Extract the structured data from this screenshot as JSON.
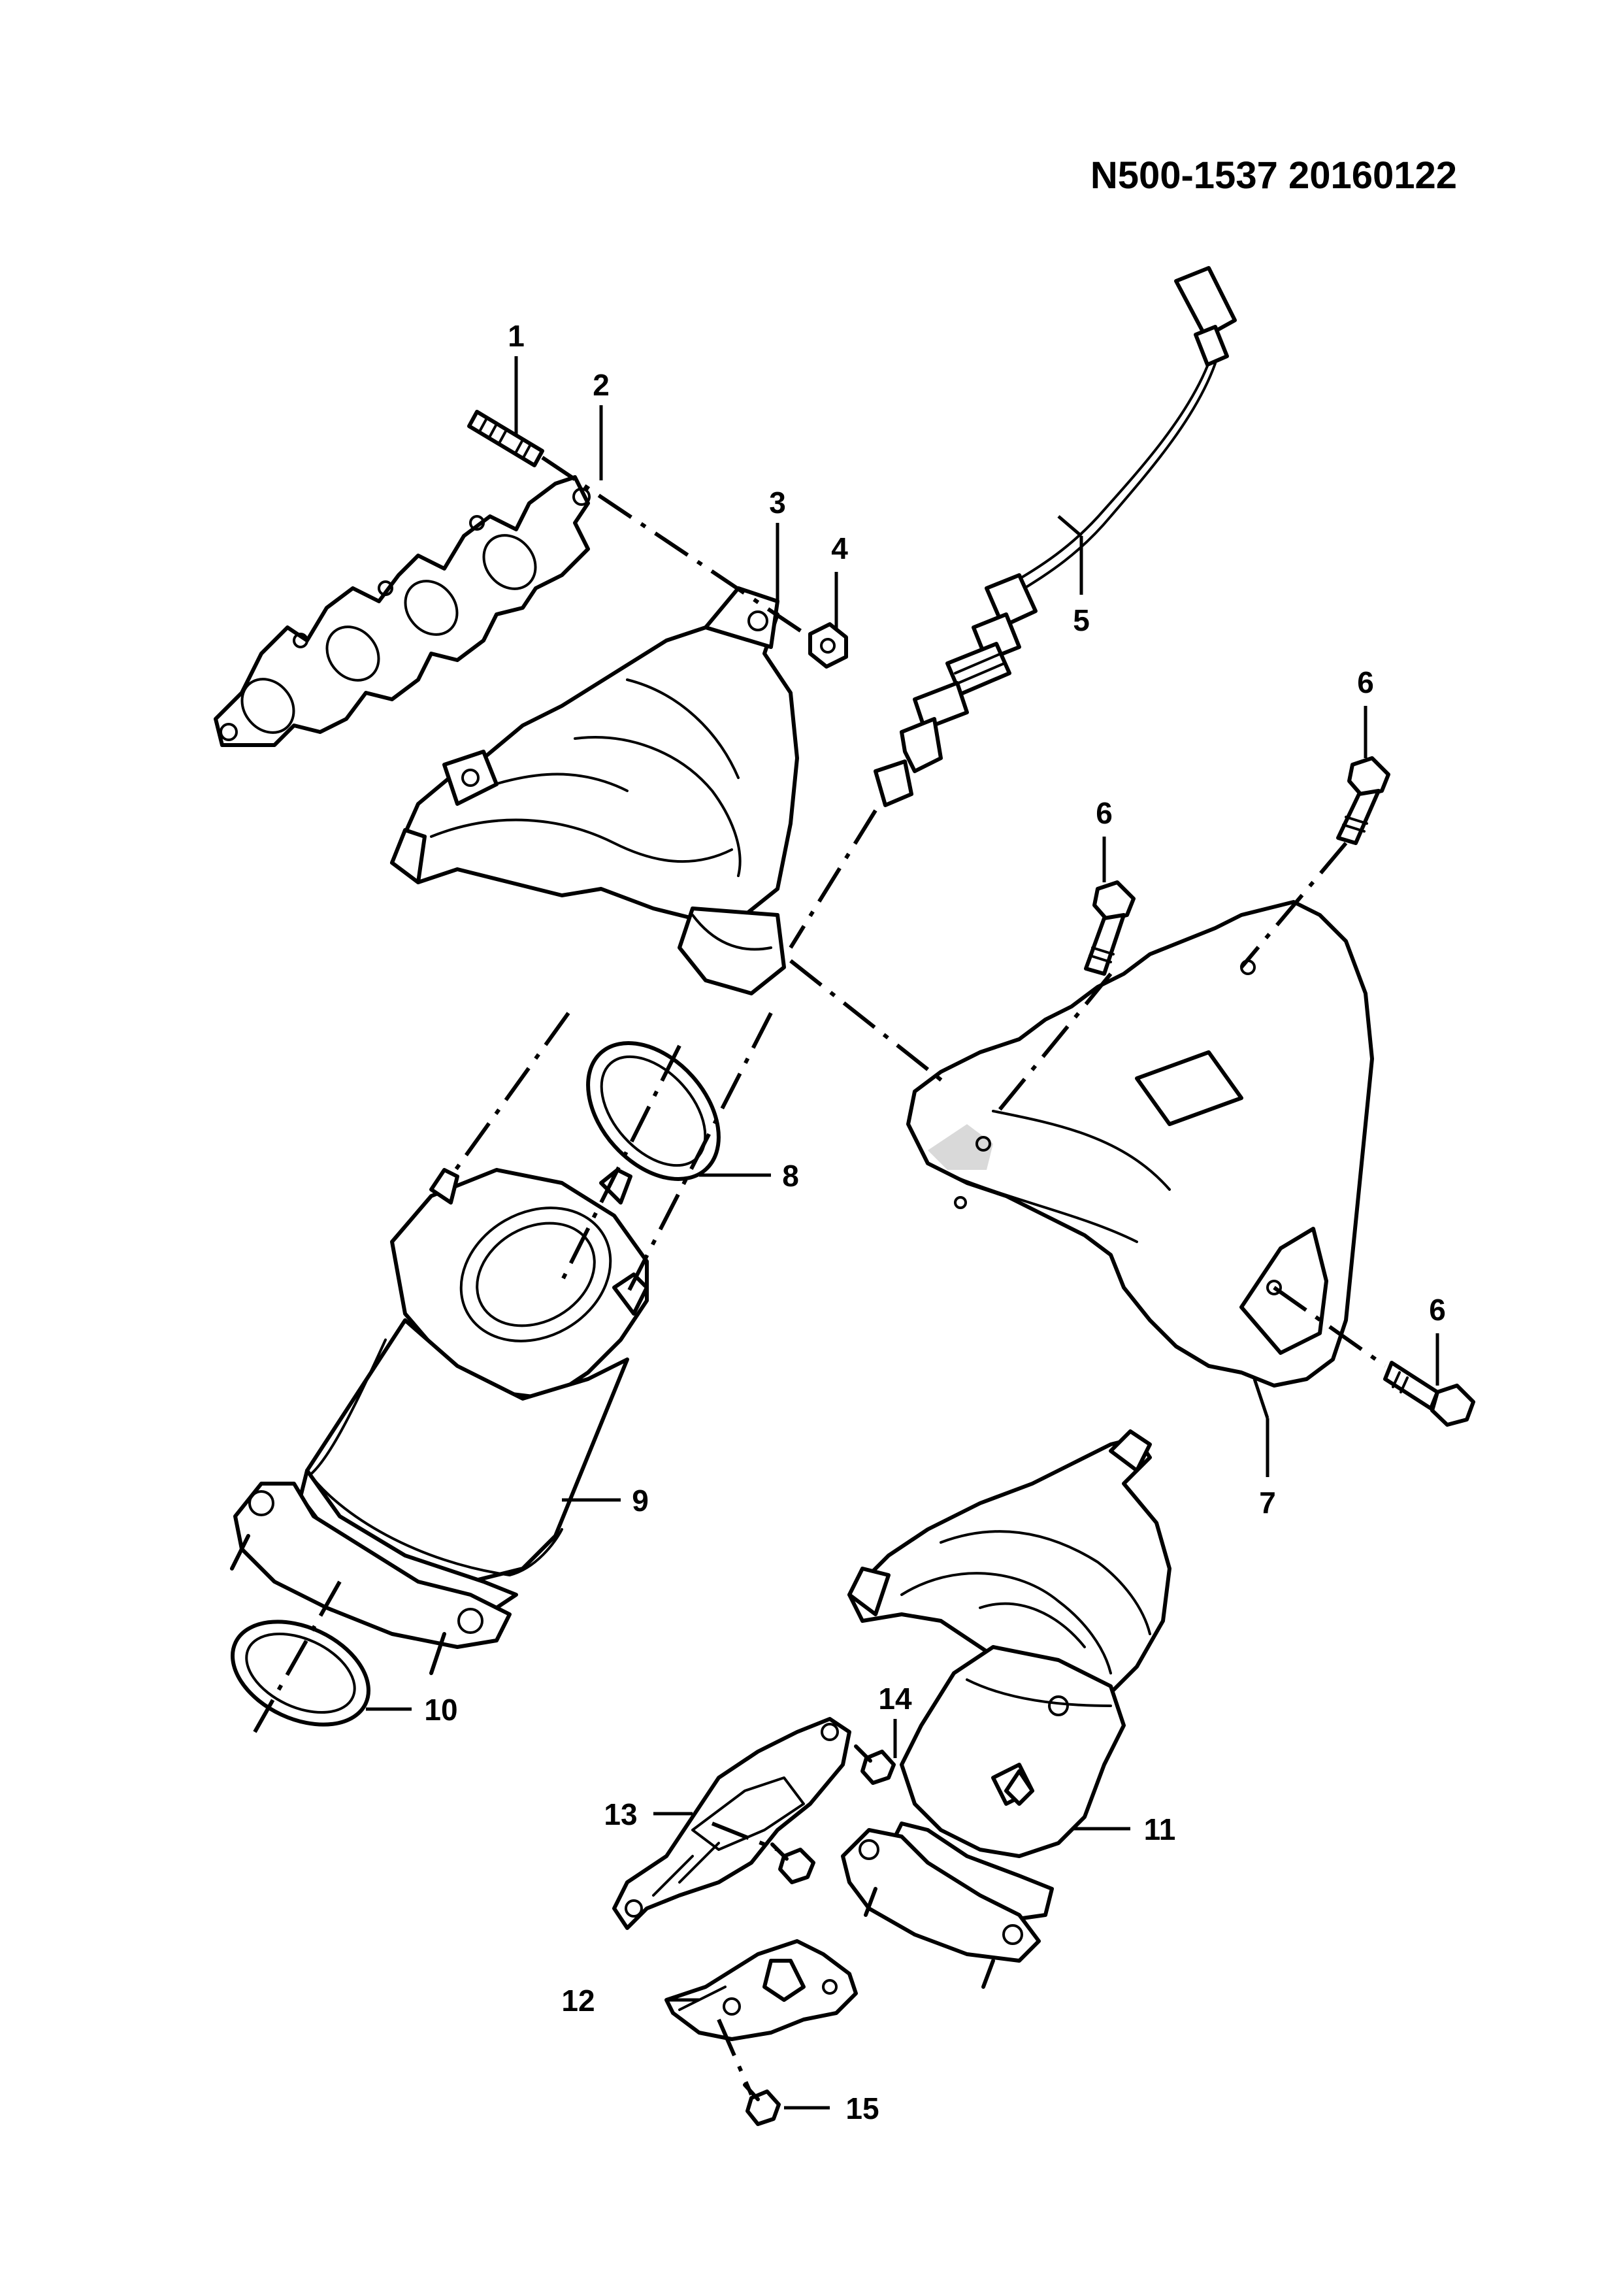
{
  "document": {
    "code": "N500-1537  20160122"
  },
  "callouts": {
    "c1": "1",
    "c2": "2",
    "c3": "3",
    "c4": "4",
    "c5": "5",
    "c6a": "6",
    "c6b": "6",
    "c6c": "6",
    "c7": "7",
    "c8": "8",
    "c9": "9",
    "c10": "10",
    "c11": "11",
    "c12": "12",
    "c13": "13",
    "c14": "14",
    "c15": "15"
  }
}
